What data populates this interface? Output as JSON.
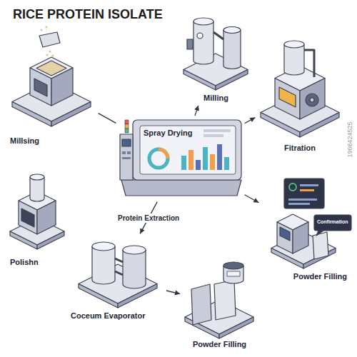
{
  "diagram": {
    "title": "RICE PROTEIN ISOLATE",
    "nodes": [
      {
        "text": [
          "Millsing"
        ]
      },
      {
        "text": [
          "Milling"
        ]
      },
      {
        "text": [
          "Spray Drying"
        ]
      },
      {
        "text": [
          "Fitration"
        ]
      },
      {
        "text": [
          "Polishn"
        ]
      },
      {
        "text": [
          "Coceum Evaporator"
        ]
      },
      {
        "text": [
          "Powder Filling"
        ]
      },
      {
        "text": [
          "Powder Filling"
        ]
      }
    ],
    "edges": [
      {
        "from": 0,
        "to": 2,
        "arrow": "none"
      },
      {
        "from": 2,
        "to": 1,
        "arrow": "to"
      },
      {
        "from": 2,
        "to": 3,
        "arrow": "to"
      },
      {
        "from": 2,
        "to": 5,
        "label": "Protein Extraction",
        "arrow": "to"
      },
      {
        "from": 5,
        "to": 6,
        "arrow": "to"
      },
      {
        "from": 2,
        "to": 7,
        "arrow": "to"
      }
    ],
    "labels": [
      "Confirmation",
      "1966424525"
    ]
  }
}
